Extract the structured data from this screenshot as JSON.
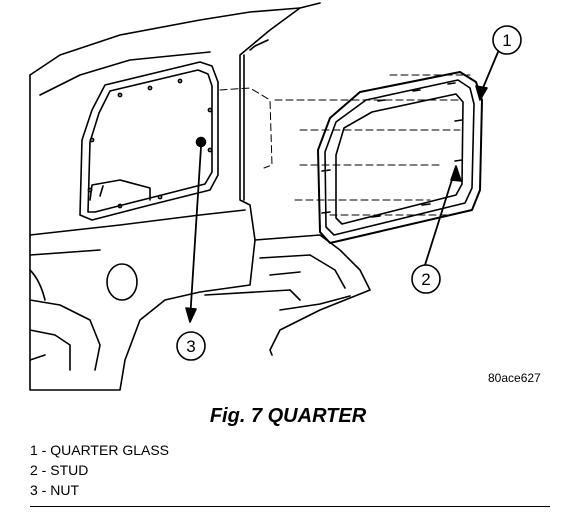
{
  "figure": {
    "code": "80ace627",
    "caption": "Fig. 7 QUARTER",
    "callouts": [
      "1",
      "2",
      "3"
    ],
    "legend": [
      {
        "label": "1 - QUARTER GLASS"
      },
      {
        "label": "2 - STUD"
      },
      {
        "label": "3 - NUT"
      }
    ]
  }
}
